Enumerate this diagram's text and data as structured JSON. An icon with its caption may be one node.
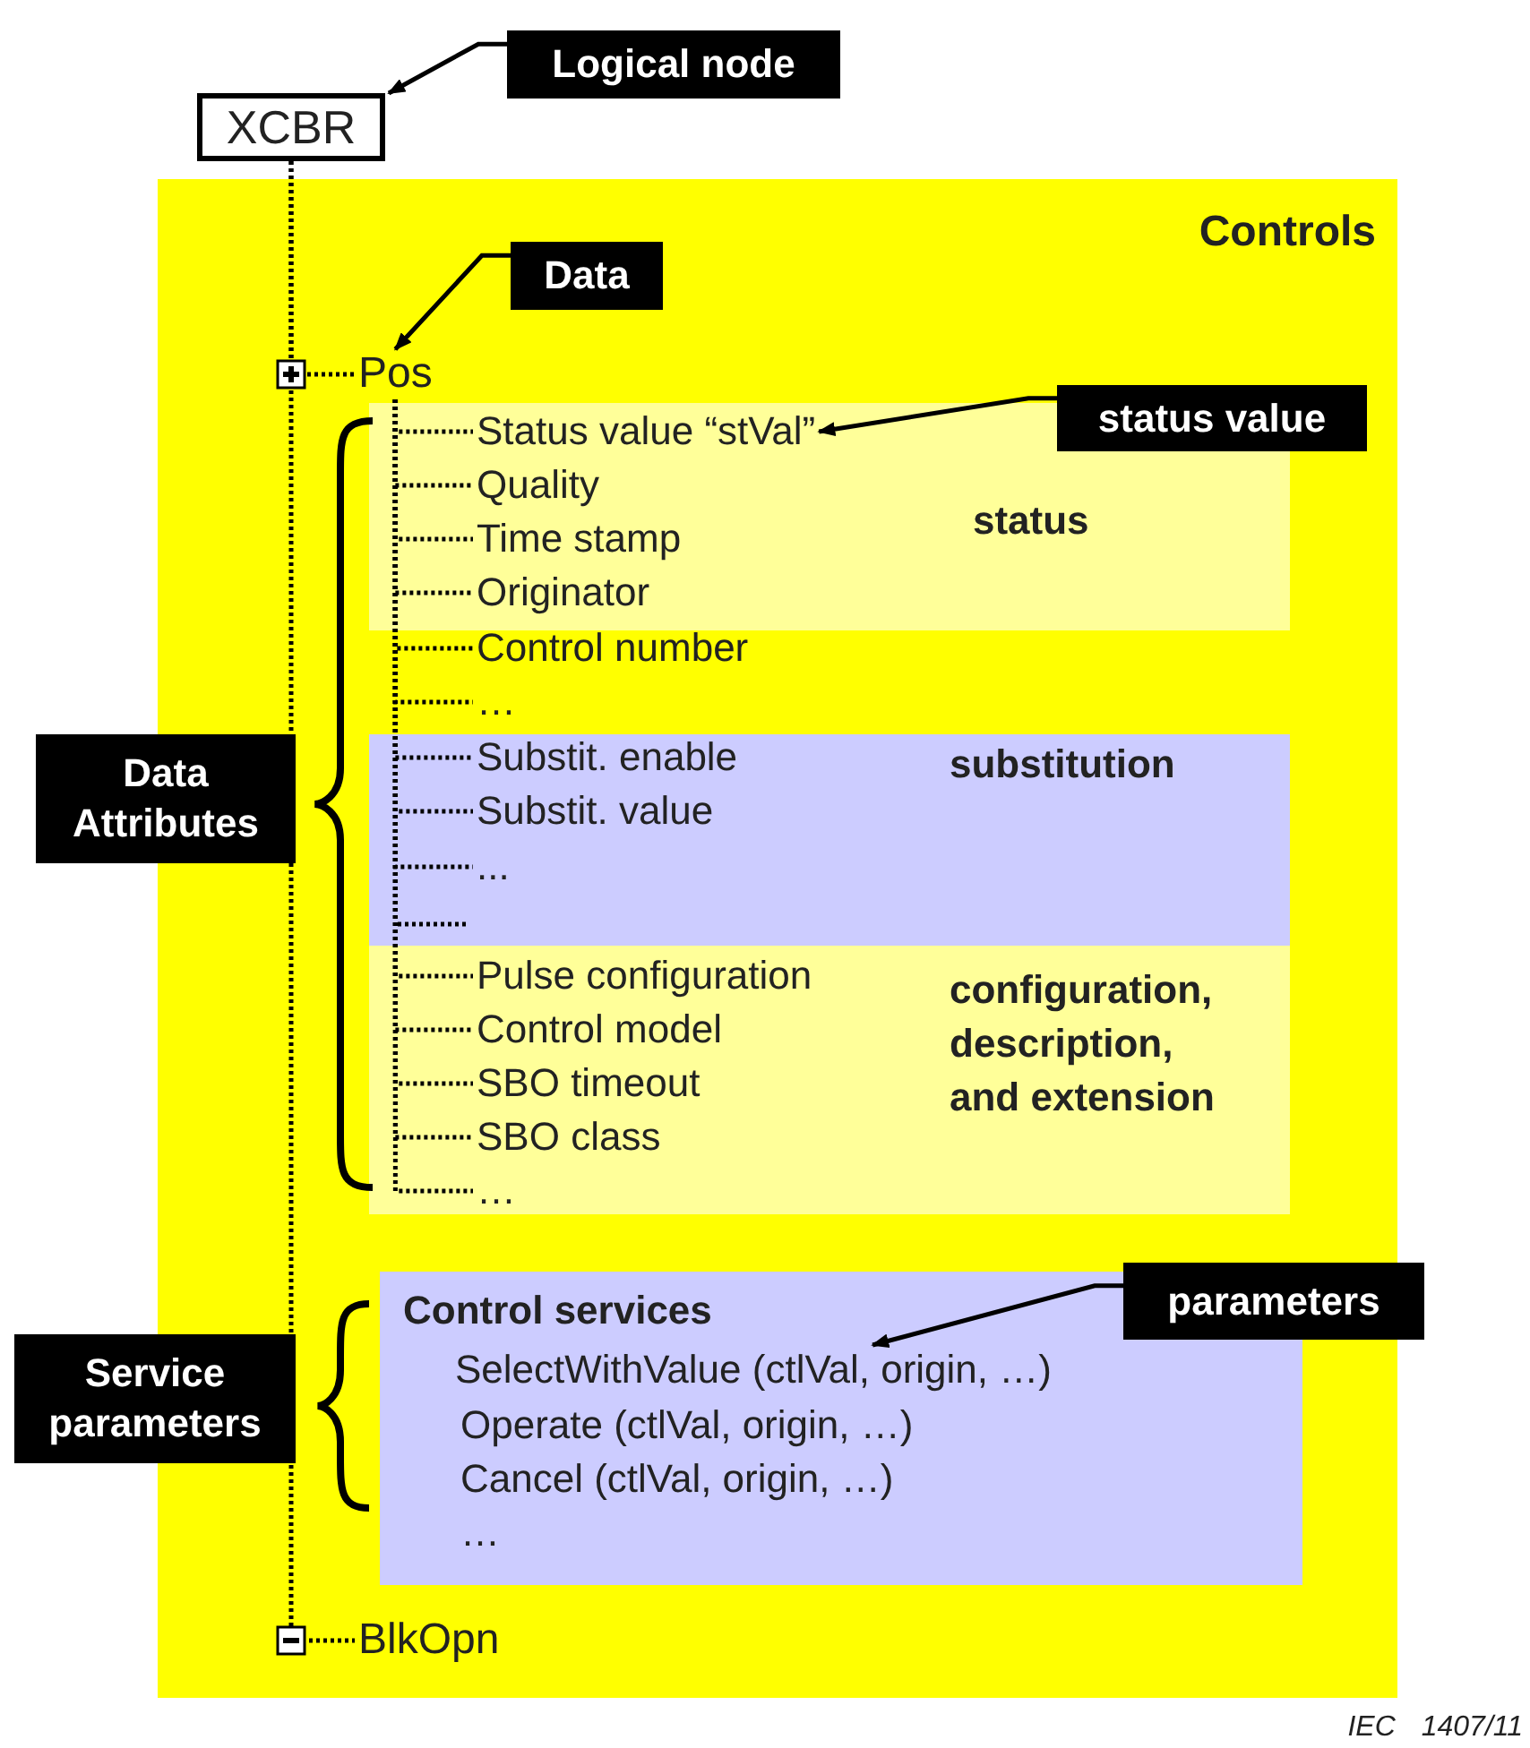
{
  "diagram": {
    "nodes": [
      {
        "text": [
          "XCBR"
        ]
      },
      {
        "text": [
          "Logical node"
        ]
      },
      {
        "text": [
          "Controls"
        ]
      },
      {
        "text": [
          "Data"
        ],
        "in": 2
      },
      {
        "text": [
          "Pos"
        ],
        "in": 2
      },
      {
        "text": [
          "status"
        ],
        "in": 2
      },
      {
        "text": [
          "Status value “stVal”"
        ],
        "in": 5
      },
      {
        "text": [
          "Quality"
        ],
        "in": 5
      },
      {
        "text": [
          "Time stamp"
        ],
        "in": 5
      },
      {
        "text": [
          "Originator"
        ],
        "in": 5
      },
      {
        "text": [
          "Control number"
        ],
        "in": 2
      },
      {
        "text": [
          "…"
        ],
        "in": 2
      },
      {
        "text": [
          "substitution"
        ],
        "in": 2
      },
      {
        "text": [
          "Substit. enable"
        ],
        "in": 12
      },
      {
        "text": [
          "Substit. value"
        ],
        "in": 12
      },
      {
        "text": [
          "..."
        ],
        "in": 12
      },
      {
        "text": [
          "configuration, description, and extension"
        ],
        "in": 2
      },
      {
        "text": [
          "Pulse configuration"
        ],
        "in": 16
      },
      {
        "text": [
          "Control model"
        ],
        "in": 16
      },
      {
        "text": [
          "SBO timeout"
        ],
        "in": 16
      },
      {
        "text": [
          "SBO class"
        ],
        "in": 16
      },
      {
        "text": [
          "…"
        ],
        "in": 16
      },
      {
        "text": [
          "status value"
        ],
        "in": 2
      },
      {
        "text": [
          "Data Attributes"
        ]
      },
      {
        "text": [
          "Control services"
        ],
        "in": 2
      },
      {
        "text": [
          "SelectWithValue (ctlVal, origin, …)"
        ],
        "in": 24
      },
      {
        "text": [
          "Operate (ctlVal, origin, …)"
        ],
        "in": 24
      },
      {
        "text": [
          "Cancel (ctlVal, origin, …)"
        ],
        "in": 24
      },
      {
        "text": [
          "…"
        ],
        "in": 24
      },
      {
        "text": [
          "parameters"
        ]
      },
      {
        "text": [
          "Service parameters"
        ]
      },
      {
        "text": [
          "BlkOpn"
        ],
        "in": 2
      }
    ],
    "edges": [
      {
        "from": 1,
        "to": 0,
        "arrow": "to"
      },
      {
        "from": 3,
        "to": 4,
        "arrow": "to"
      },
      {
        "from": 22,
        "to": 6,
        "arrow": "to"
      },
      {
        "from": 29,
        "to": 25,
        "arrow": "to"
      },
      {
        "from": 0,
        "to": 4,
        "arrow": "none",
        "style": "dashed"
      },
      {
        "from": 0,
        "to": 31,
        "arrow": "none",
        "style": "dashed"
      },
      {
        "from": 4,
        "to": 6,
        "arrow": "none",
        "style": "dashed"
      },
      {
        "from": 4,
        "to": 7,
        "arrow": "none",
        "style": "dashed"
      },
      {
        "from": 4,
        "to": 8,
        "arrow": "none",
        "style": "dashed"
      },
      {
        "from": 4,
        "to": 9,
        "arrow": "none",
        "style": "dashed"
      },
      {
        "from": 4,
        "to": 10,
        "arrow": "none",
        "style": "dashed"
      },
      {
        "from": 4,
        "to": 11,
        "arrow": "none",
        "style": "dashed"
      },
      {
        "from": 4,
        "to": 13,
        "arrow": "none",
        "style": "dashed"
      },
      {
        "from": 4,
        "to": 14,
        "arrow": "none",
        "style": "dashed"
      },
      {
        "from": 4,
        "to": 15,
        "arrow": "none",
        "style": "dashed"
      },
      {
        "from": 4,
        "to": 17,
        "arrow": "none",
        "style": "dashed"
      },
      {
        "from": 4,
        "to": 18,
        "arrow": "none",
        "style": "dashed"
      },
      {
        "from": 4,
        "to": 19,
        "arrow": "none",
        "style": "dashed"
      },
      {
        "from": 4,
        "to": 20,
        "arrow": "none",
        "style": "dashed"
      },
      {
        "from": 4,
        "to": 21,
        "arrow": "none",
        "style": "dashed"
      }
    ],
    "labels": [
      "IEC 1407/11"
    ]
  }
}
